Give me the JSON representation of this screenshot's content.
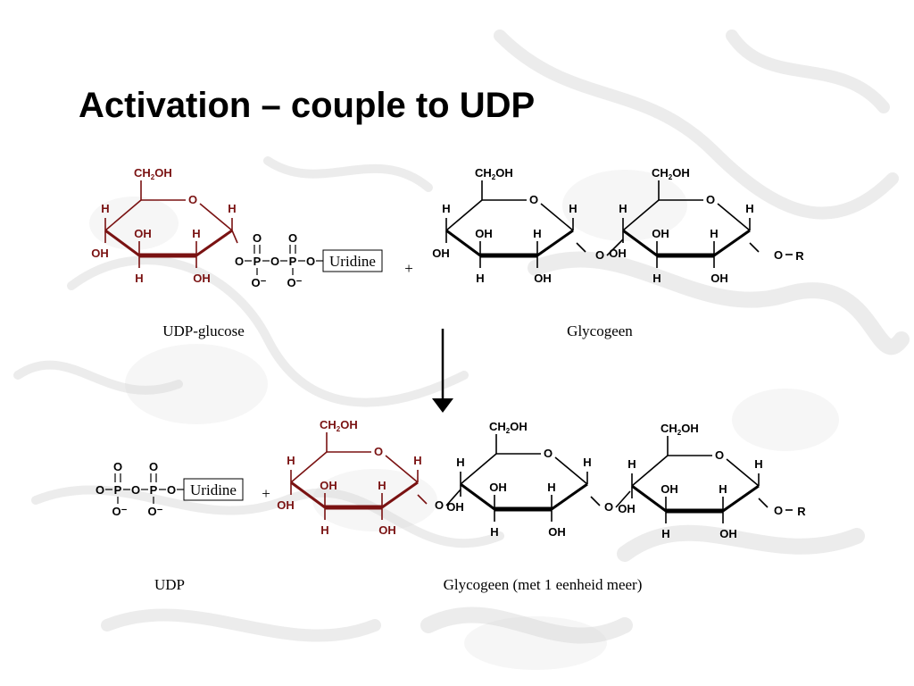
{
  "slide": {
    "title": "Activation – couple to UDP",
    "colors": {
      "udp_glucose": "#7a1212",
      "glycogen": "#000000",
      "background_texture": "#d4d4d4"
    }
  },
  "atoms": {
    "ch2oh_ch": "CH",
    "ch2oh_sub": "2",
    "ch2oh_oh": "OH",
    "ring_o": "O",
    "h": "H",
    "oh": "OH",
    "o": "O",
    "p": "P",
    "o_minus": "O⁻",
    "r": "R"
  },
  "labels": {
    "uridine": "Uridine",
    "plus": "+",
    "udp_glucose": "UDP-glucose",
    "glycogen": "Glycogeen",
    "udp": "UDP",
    "glycogen_plus_one": "Glycogeen (met 1 eenheid meer)"
  }
}
